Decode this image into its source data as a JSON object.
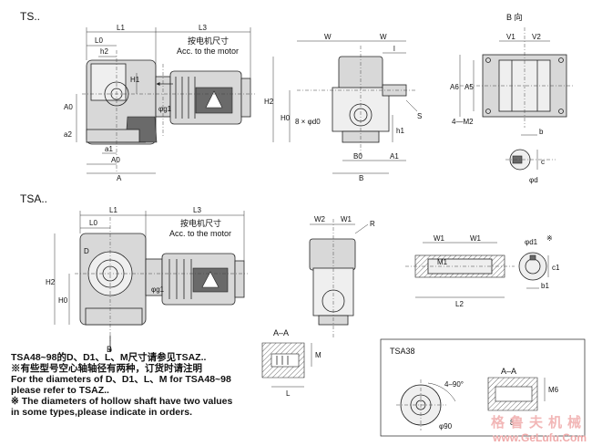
{
  "ts_section": {
    "title": "TS..",
    "motor_note_cn": "按电机尺寸",
    "motor_note_en": "Acc. to the motor",
    "b_view_title": "B 向",
    "dims": {
      "L1": "L1",
      "L3": "L3",
      "L0": "L0",
      "h2": "h2",
      "H1": "H1",
      "A0": "A0",
      "a2": "a2",
      "a1": "a1",
      "A": "A",
      "g1": "φg1",
      "W": "W",
      "H2": "H2",
      "H0": "H0",
      "holes": "8 × φd0",
      "h1": "h1",
      "B0": "B0",
      "A1": "A1",
      "B": "B",
      "S": "S",
      "l": "l",
      "V1": "V1",
      "V2": "V2",
      "A6": "A6",
      "A5": "A5",
      "M2": "4—M2",
      "b": "b",
      "c": "c",
      "d": "φd"
    }
  },
  "tsa_section": {
    "title": "TSA..",
    "motor_note_cn": "按电机尺寸",
    "motor_note_en": "Acc. to the motor",
    "arrow_label": "B",
    "dims": {
      "L1": "L1",
      "L3": "L3",
      "L0": "L0",
      "D": "D",
      "H2": "H2",
      "H0": "H0",
      "g1": "φg1",
      "W2": "W2",
      "W1": "W1",
      "R": "R",
      "shaft_W1a": "W1",
      "shaft_W1b": "W1",
      "M1": "M1",
      "L2": "L2",
      "d1": "φd1",
      "star": "※",
      "c1": "c1",
      "b1": "b1"
    }
  },
  "section_aa": {
    "title": "A–A",
    "M": "M",
    "L": "L"
  },
  "tsa38": {
    "title": "TSA38",
    "aa_title": "A–A",
    "angle": "4–90°",
    "M6": "M6",
    "phi90": "φ90",
    "dim8": "8"
  },
  "notes": {
    "line1": "TSA48~98的D、D1、L、M尺寸请参见TSAZ..",
    "line2": "※有些型号空心轴轴径有两种，订货时请注明",
    "line3": "For the diameters of D、D1、L、M for TSA48~98",
    "line4": "please refer to TSAZ..",
    "line5": "※  The diameters of hollow shaft have two values",
    "line6": "in some types,please indicate in orders."
  },
  "watermark": {
    "cn": "格鲁夫机械",
    "url": "www.GeLufu.Com"
  }
}
